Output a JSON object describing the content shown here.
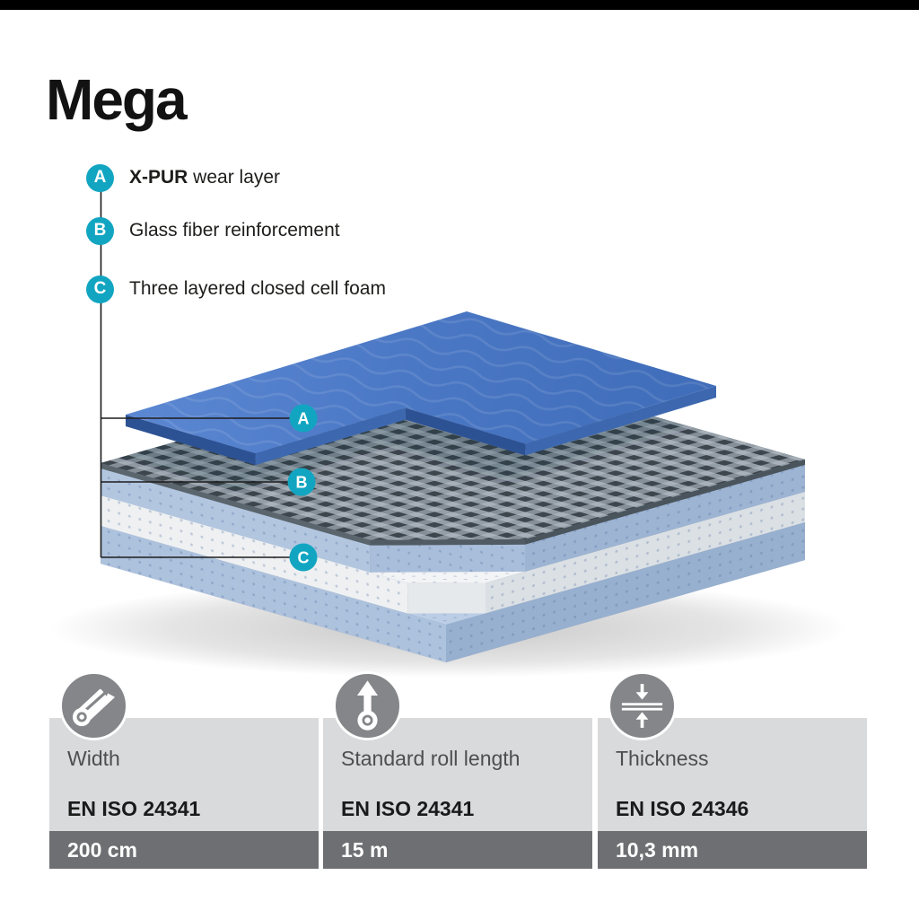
{
  "title": "Mega",
  "legend": {
    "items": [
      {
        "letter": "A",
        "bold": "X-PUR",
        "text": " wear layer"
      },
      {
        "letter": "B",
        "bold": "",
        "text": "Glass fiber reinforcement"
      },
      {
        "letter": "C",
        "bold": "",
        "text": "Three layered closed cell foam"
      }
    ]
  },
  "diagram": {
    "markers": [
      "A",
      "B",
      "C"
    ]
  },
  "specs": {
    "columns": [
      {
        "icon": "width-icon",
        "label": "Width",
        "standard": "EN ISO 24341",
        "value": "200 cm"
      },
      {
        "icon": "roll-length-icon",
        "label": "Standard roll length",
        "standard": "EN ISO 24341",
        "value": "15 m"
      },
      {
        "icon": "thickness-icon",
        "label": "Thickness",
        "standard": "EN ISO 24346",
        "value": "10,3 mm"
      }
    ]
  },
  "colors": {
    "accent_teal": "#12a5c1",
    "wear_layer_blue": "#4a77c4",
    "foam_blue": "#b2c6e0",
    "foam_white": "#eef0f2",
    "mesh_gray": "#949ea7",
    "panel_light": "#d9dadc",
    "panel_dark": "#6e6f72",
    "icon_gray": "#848689",
    "top_bar_black": "#000000"
  }
}
